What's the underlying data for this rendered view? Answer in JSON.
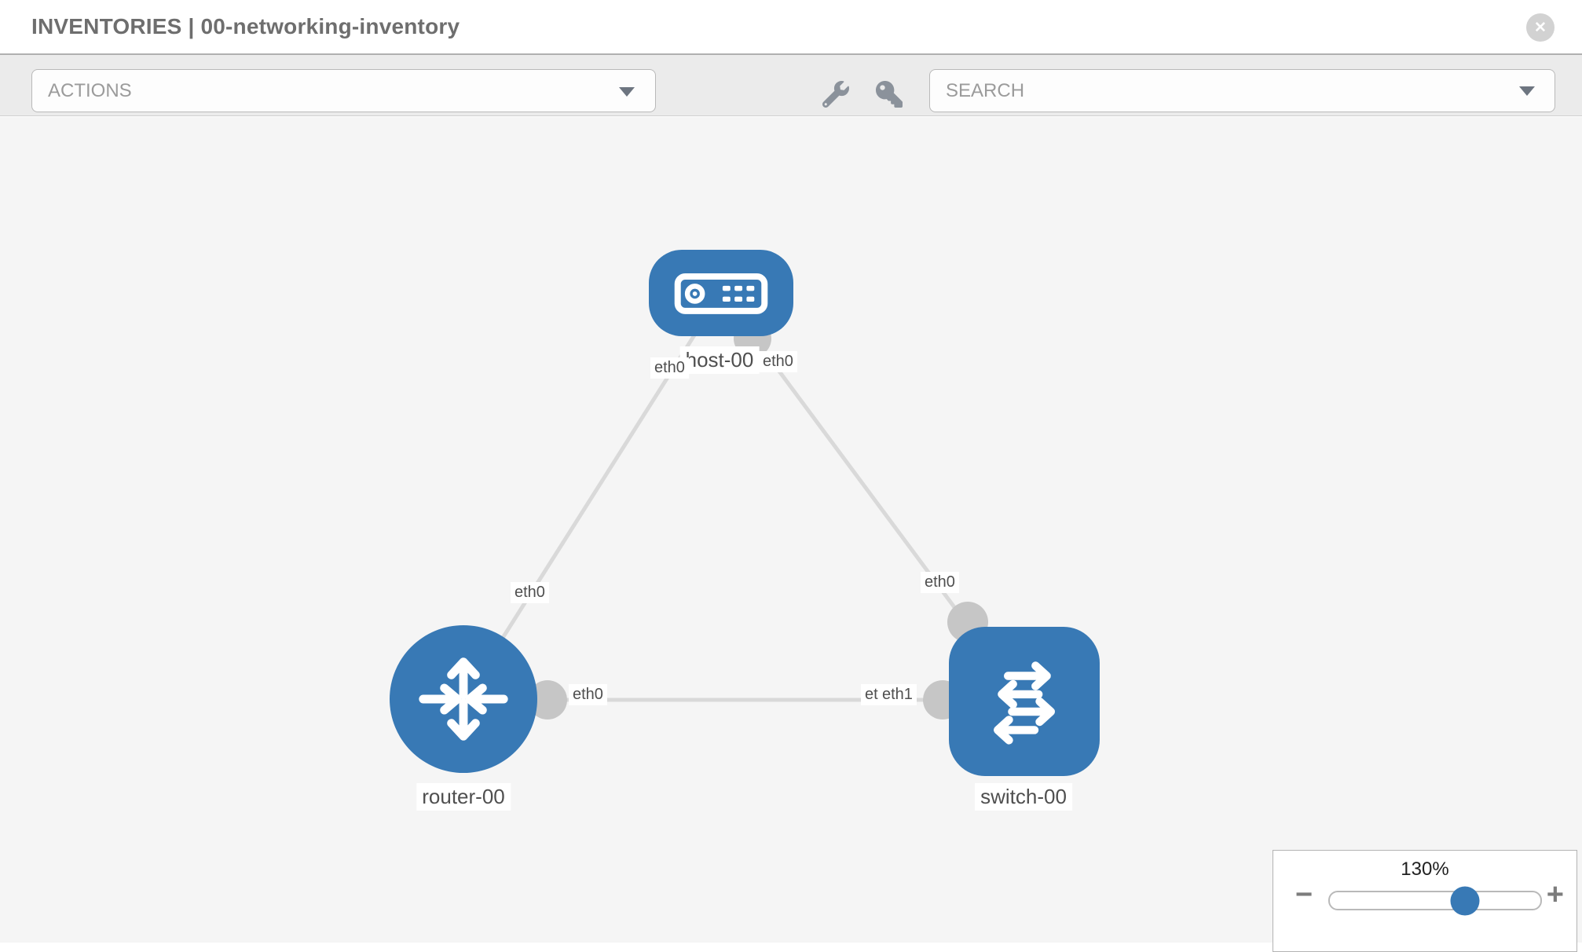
{
  "header": {
    "title": "INVENTORIES | 00-networking-inventory",
    "close_label": "✕"
  },
  "toolbar": {
    "actions_placeholder": "ACTIONS",
    "search_placeholder": "SEARCH",
    "icons": [
      "wrench-icon",
      "key-icon",
      "chevron-down-icon"
    ]
  },
  "topology": {
    "nodes": [
      {
        "label": "host-00",
        "type": "host"
      },
      {
        "label": "router-00",
        "type": "router"
      },
      {
        "label": "switch-00",
        "type": "switch"
      }
    ],
    "links": [
      {
        "from": "host-00",
        "to": "router-00",
        "from_interface": "eth0",
        "to_interface": "eth0"
      },
      {
        "from": "host-00",
        "to": "switch-00",
        "from_interface": "eth0",
        "to_interface": "eth0"
      },
      {
        "from": "router-00",
        "to": "switch-00",
        "from_interface": "eth0",
        "to_interface": "eth1"
      }
    ],
    "interface_labels": {
      "host_left": "eth0",
      "host_right": "eth0",
      "router_top": "eth0",
      "switch_top": "eth0",
      "mid_router_side": "eth0",
      "mid_switch_side_under": "eth0",
      "mid_switch_side_over": "eth1"
    },
    "colors": {
      "node_blue": "#3879b5",
      "link_gray": "#d9d9d9",
      "endpoint_gray": "#c6c6c6",
      "canvas_bg": "#f5f5f5"
    }
  },
  "zoom_control": {
    "level": "130%",
    "minus": "−",
    "plus": "+"
  }
}
